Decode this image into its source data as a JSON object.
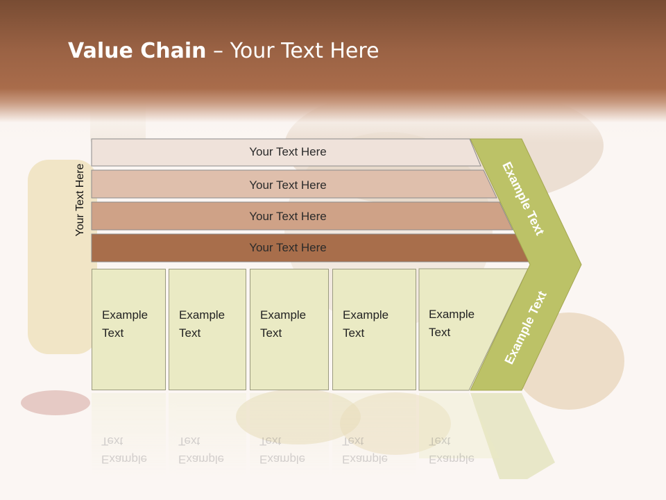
{
  "slide": {
    "title_bold": "Value Chain",
    "title_rest": " – Your Text Here",
    "vertical_label": "Your Text Here",
    "bars": [
      "Your Text Here",
      "Your Text Here",
      "Your Text Here",
      "Your Text Here"
    ],
    "box_line1": "Example",
    "box_line2": "Text",
    "chevron_top": "Example Text",
    "chevron_bottom": "Example Text",
    "colors": {
      "header": "#a96c4b",
      "bar1": "#efe2da",
      "bar2": "#dfbfac",
      "bar3": "#cfa287",
      "bar4": "#a86e4b",
      "box": "#eaeac4",
      "chevron": "#bcc267"
    }
  }
}
